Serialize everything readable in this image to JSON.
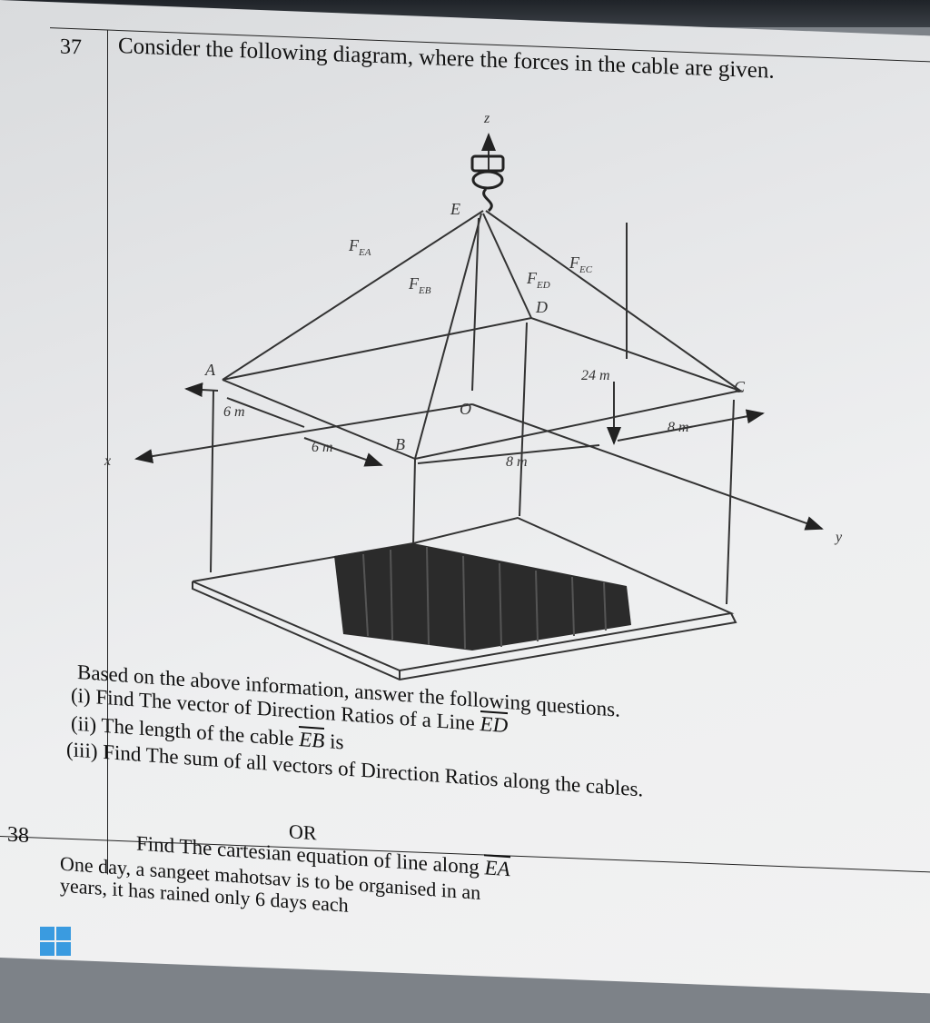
{
  "question37": {
    "number": "37",
    "prompt": "Consider the following diagram, where the forces in the cable are given.",
    "diagram_labels": {
      "z": "z",
      "x": "x",
      "y": "y",
      "E": "E",
      "A": "A",
      "B": "B",
      "C": "C",
      "D": "D",
      "O": "O",
      "F_EA": "F",
      "F_EA_sub": "EA",
      "F_EB": "F",
      "F_EB_sub": "EB",
      "F_ED": "F",
      "F_ED_sub": "ED",
      "F_EC": "F",
      "F_EC_sub": "EC",
      "dim_6m_a": "6 m",
      "dim_6m_b": "6 m",
      "dim_24m": "24 m",
      "dim_8m_a": "8 m",
      "dim_8m_b": "8 m"
    },
    "intro": "Based on the above information, answer the following questions.",
    "parts": [
      {
        "num": "(i)",
        "text": "Find The vector of Direction Ratios of a Line",
        "vec": "ED"
      },
      {
        "num": "(ii)",
        "text": "The length of the cable",
        "vec": "EB",
        "tail": "is"
      },
      {
        "num": "(iii)",
        "text": "Find The sum of all vectors of Direction Ratios along the cables."
      }
    ],
    "or_text": "OR",
    "alt": {
      "text": "Find The cartesian equation of line along",
      "vec": "EA"
    }
  },
  "question38": {
    "number": "38",
    "line1": "One day, a sangeet mahotsav is to be organised in an",
    "line2": "years, it has rained only 6 days each"
  }
}
